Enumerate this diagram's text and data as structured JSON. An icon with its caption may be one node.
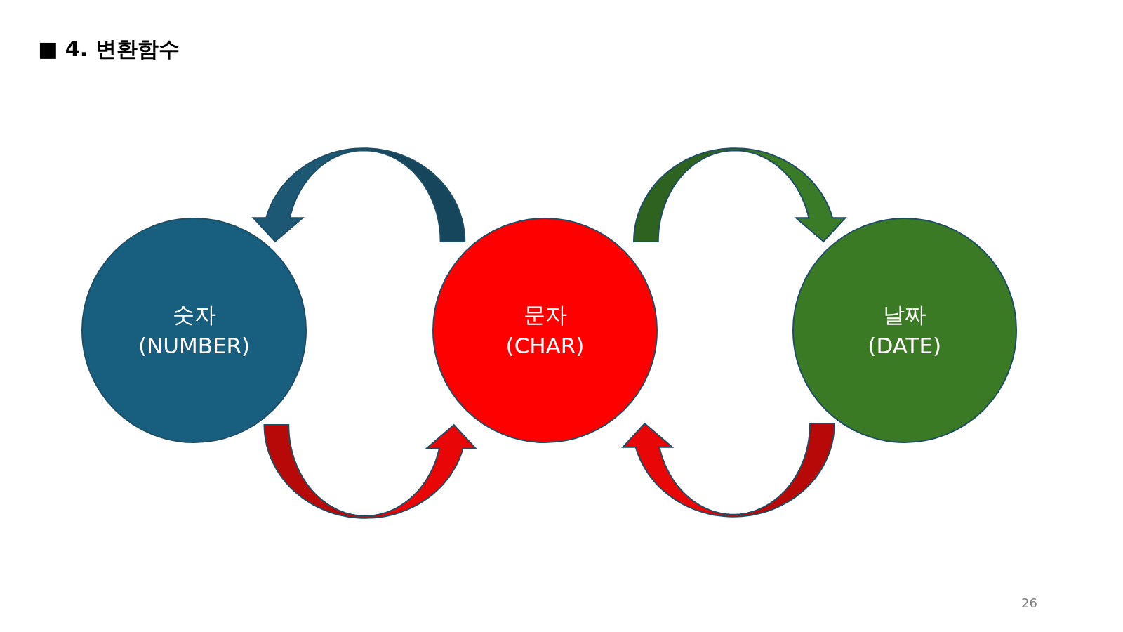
{
  "diagram": {
    "title": "■ 4. 변환함수",
    "nodes": [
      {
        "text": [
          "숫자 (NUMBER)"
        ]
      },
      {
        "text": [
          "문자 (CHAR)"
        ]
      },
      {
        "text": [
          "날짜 (DATE)"
        ]
      }
    ],
    "edges": [
      {
        "from": 1,
        "to": 0,
        "arrow": "to",
        "color": "#1c5873"
      },
      {
        "from": 0,
        "to": 1,
        "arrow": "to"
      },
      {
        "from": 1,
        "to": 2,
        "arrow": "to",
        "color": "#3a7b27"
      },
      {
        "from": 2,
        "to": 1,
        "arrow": "to"
      }
    ],
    "labels": [
      "26"
    ]
  }
}
